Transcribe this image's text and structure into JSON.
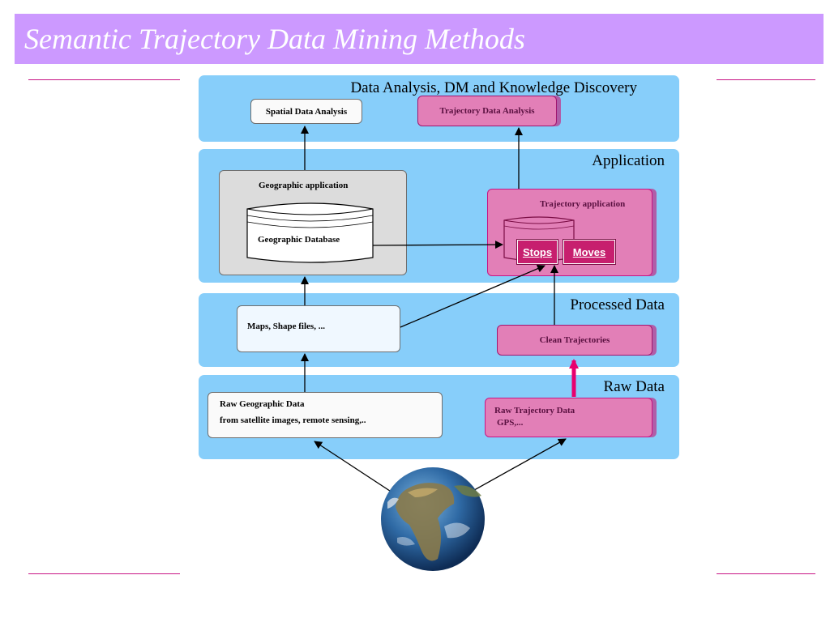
{
  "slide": {
    "title": "Semantic Trajectory Data Mining Methods"
  },
  "bands": {
    "analysis": "Data Analysis, DM and Knowledge Discovery",
    "application": "Application",
    "processed": "Processed Data",
    "raw": "Raw Data"
  },
  "boxes": {
    "spatial_analysis": "Spatial Data Analysis",
    "trajectory_analysis": "Trajectory Data Analysis",
    "geo_application": "Geographic application",
    "geo_database": "Geographic Database",
    "trajectory_application": "Trajectory application",
    "stops": "Stops",
    "moves": "Moves",
    "maps": "Maps, Shape files, ...",
    "clean_trajectories": "Clean Trajectories",
    "raw_geo_line1": "Raw Geographic Data",
    "raw_geo_line2": "from satellite images, remote sensing,..",
    "raw_traj_line1": "Raw Trajectory Data",
    "raw_traj_line2": "GPS,..."
  },
  "colors": {
    "title_bar": "#cc99ff",
    "band": "#87cefa",
    "highlight": "#e27fb7",
    "accent": "#c71585"
  },
  "icons": {
    "earth": "earth-globe-icon"
  }
}
